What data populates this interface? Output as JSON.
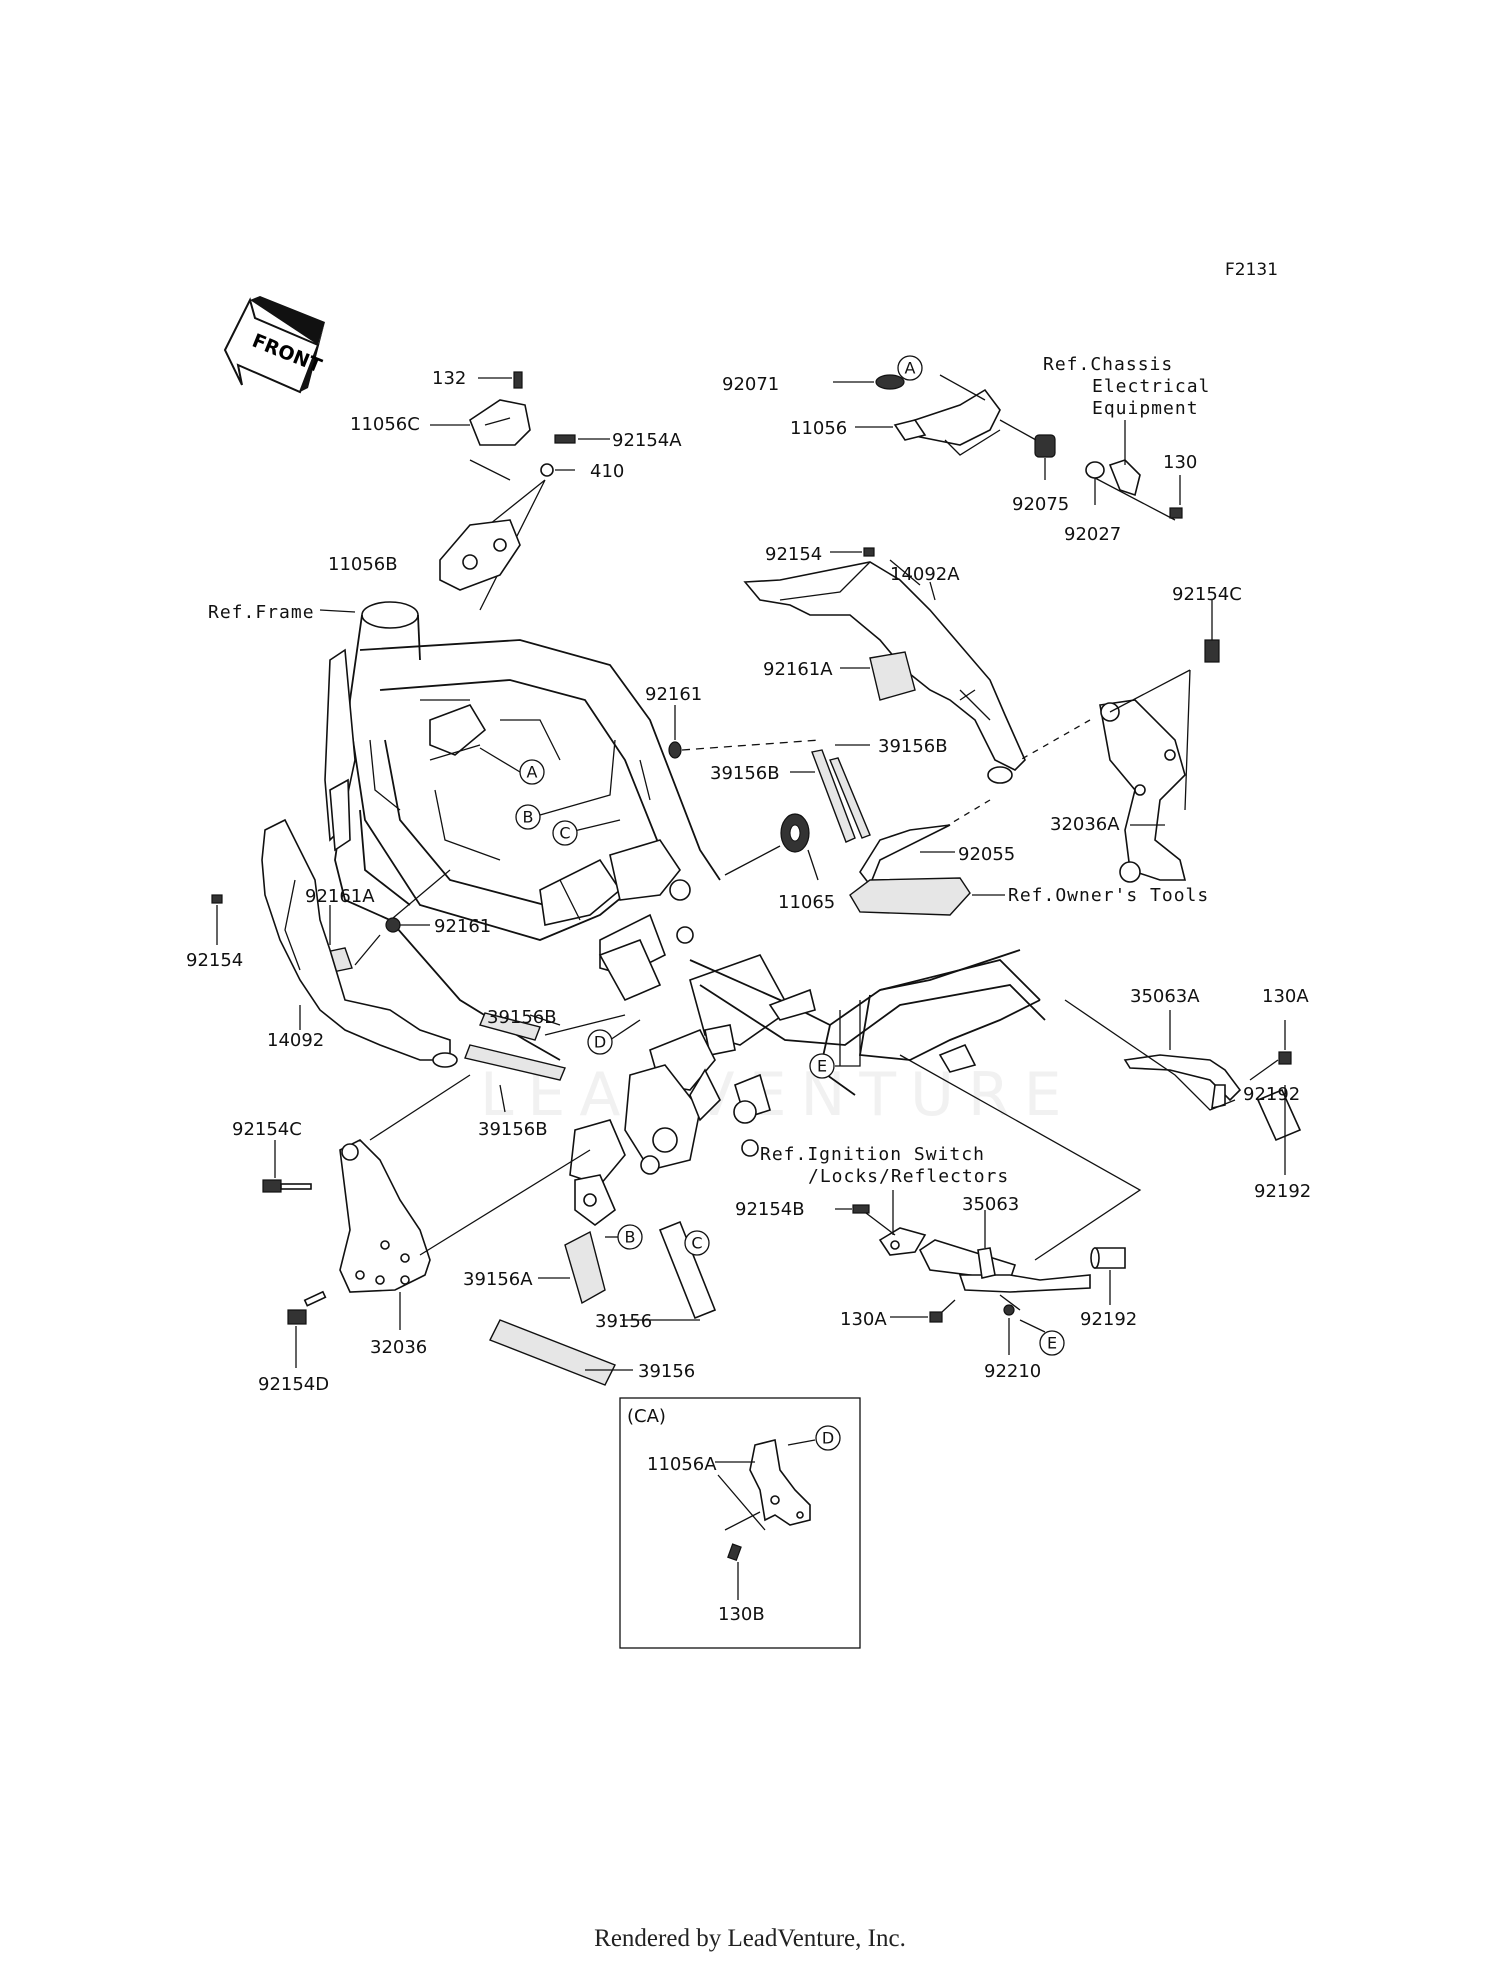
{
  "diagram_code": "F2131",
  "front_arrow_text": "FRONT",
  "watermark": "LEADVENTURE",
  "footer": "Rendered by LeadVenture, Inc.",
  "references": {
    "chassis": [
      "Ref.Chassis",
      "Electrical",
      "Equipment"
    ],
    "frame": "Ref.Frame",
    "owners_tools": "Ref.Owner's Tools",
    "ignition": [
      "Ref.Ignition Switch",
      "/Locks/Reflectors"
    ]
  },
  "callouts": {
    "A": "A",
    "B": "B",
    "C": "C",
    "D": "D",
    "E": "E"
  },
  "inset_title": "(CA)",
  "parts": {
    "p132": "132",
    "p11056C": "11056C",
    "p92154A": "92154A",
    "p410": "410",
    "p11056B": "11056B",
    "p92071": "92071",
    "p11056": "11056",
    "p92075": "92075",
    "p92027": "92027",
    "p130": "130",
    "p92154_top": "92154",
    "p14092A": "14092A",
    "p92154C_top": "92154C",
    "p92161A_top": "92161A",
    "p92161_top": "92161",
    "p39156B_a": "39156B",
    "p39156B_b": "39156B",
    "p32036A": "32036A",
    "p92055": "92055",
    "p11065": "11065",
    "p92161A_left": "92161A",
    "p92154_left": "92154",
    "p92161_mid": "92161",
    "p35063A": "35063A",
    "p130A_right": "130A",
    "p14092": "14092",
    "p39156B_c": "39156B",
    "p39156B_d": "39156B",
    "p92192_right": "92192",
    "p92154C_left": "92154C",
    "p92154B": "92154B",
    "p35063": "35063",
    "p39156A": "39156A",
    "p39156_a": "39156",
    "p92192_low": "92192",
    "p130A_low": "130A",
    "p32036": "32036",
    "p92210": "92210",
    "p39156_b": "39156",
    "p92154D": "92154D",
    "p11056A": "11056A",
    "p130B": "130B"
  }
}
